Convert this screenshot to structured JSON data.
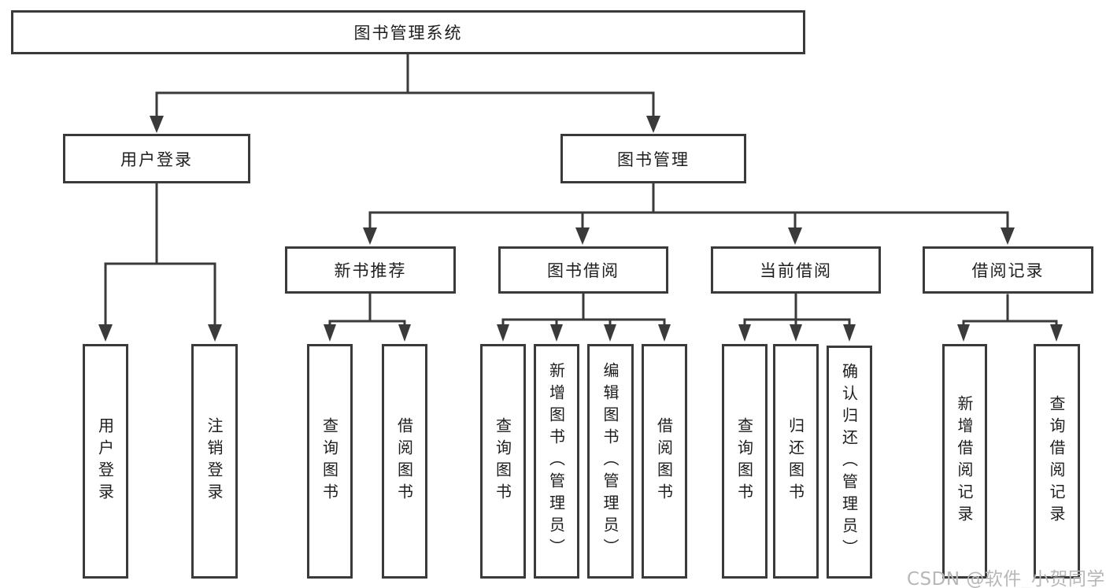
{
  "diagram": {
    "root": {
      "label": "图书管理系统"
    },
    "user_login": {
      "label": "用户登录",
      "children": {
        "login": {
          "label": "用户登录"
        },
        "logout": {
          "label": "注销登录"
        }
      }
    },
    "book_mgmt": {
      "label": "图书管理",
      "new_book_rec": {
        "label": "新书推荐",
        "children": {
          "query_book": {
            "label": "查询图书"
          },
          "borrow_book": {
            "label": "借阅图书"
          }
        }
      },
      "book_borrow": {
        "label": "图书借阅",
        "children": {
          "query_book": {
            "label": "查询图书"
          },
          "add_book": {
            "label": "新增图书（管理员）"
          },
          "edit_book": {
            "label": "编辑图书（管理员）"
          },
          "borrow_book": {
            "label": "借阅图书"
          }
        }
      },
      "current_borrow": {
        "label": "当前借阅",
        "children": {
          "query_book": {
            "label": "查询图书"
          },
          "return_book": {
            "label": "归还图书"
          },
          "confirm_return": {
            "label": "确认归还（管理员）"
          }
        }
      },
      "borrow_record": {
        "label": "借阅记录",
        "children": {
          "add_record": {
            "label": "新增借阅记录"
          },
          "query_record": {
            "label": "查询借阅记录"
          }
        }
      }
    }
  },
  "watermark": {
    "text": "CSDN @软件_小贺同学"
  },
  "colors": {
    "line": "#3a3a3a",
    "text": "#1e1e1e",
    "watermark": "#b7b7b7",
    "background": "#ffffff"
  }
}
